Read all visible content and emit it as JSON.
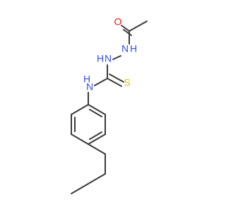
{
  "molecule": {
    "atoms": {
      "O": "O",
      "N1": "N",
      "H1": "H",
      "N2": "N",
      "H2": "H",
      "N3": "N",
      "H3": "H",
      "S": "S"
    },
    "colors": {
      "bond": "#3a3a3a",
      "oxygen": "#ff0d0d",
      "nitrogen": "#3050f8",
      "sulfur": "#c8c800"
    }
  }
}
